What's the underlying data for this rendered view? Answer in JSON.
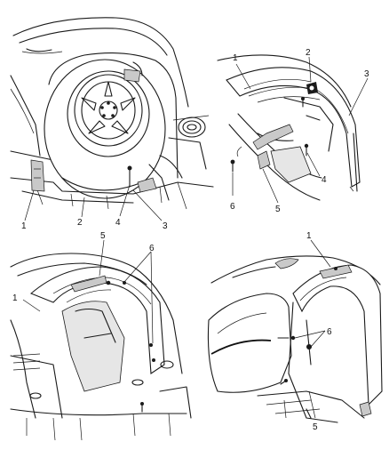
{
  "callouts": {
    "panel1": [
      "1",
      "2",
      "3",
      "4"
    ],
    "panel2": [
      "1",
      "2",
      "3",
      "4",
      "5",
      "6"
    ],
    "panel3": [
      "5",
      "6",
      "1"
    ],
    "panel4": [
      "1",
      "6",
      "5"
    ]
  }
}
